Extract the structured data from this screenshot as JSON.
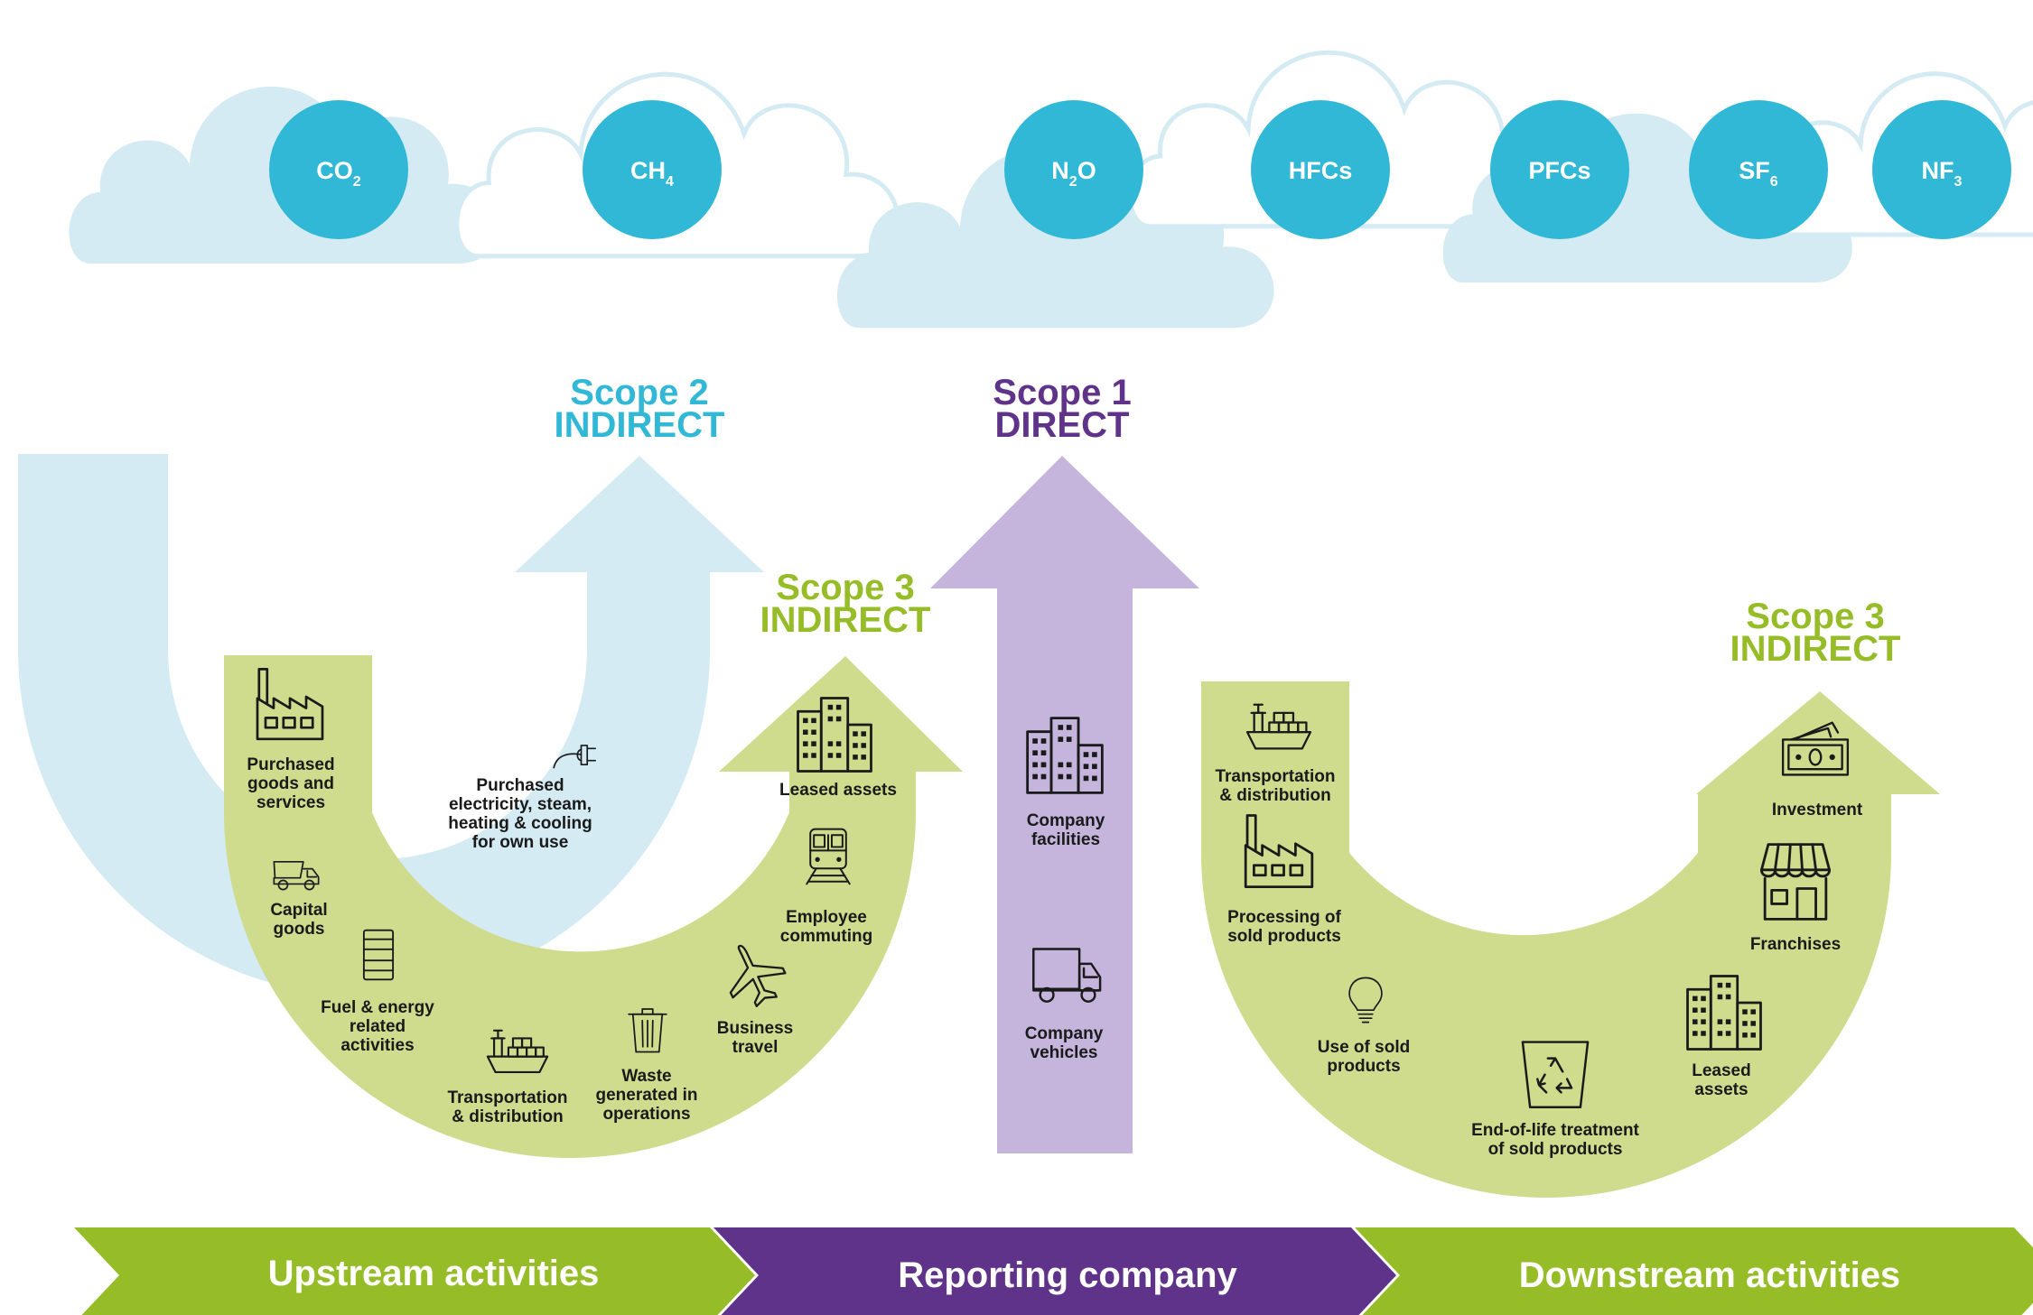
{
  "colors": {
    "cloud": "#d4ebf3",
    "gas": "#30b8d6",
    "scope1": "#5f338a",
    "scope1_arrow": "#c5b5dc",
    "scope2": "#30b8d6",
    "scope2_band": "#d4ebf3",
    "scope3": "#96bd28",
    "scope3_band": "#cfdc8e",
    "banner_up": "#96bd28",
    "banner_rep": "#5f338a",
    "banner_down": "#96bd28"
  },
  "gases": [
    {
      "main": "CO",
      "sub": "2"
    },
    {
      "main": "CH",
      "sub": "4"
    },
    {
      "main": "N",
      "sub": "2",
      "tail": "O"
    },
    {
      "main": "HFCs",
      "sub": ""
    },
    {
      "main": "PFCs",
      "sub": ""
    },
    {
      "main": "SF",
      "sub": "6"
    },
    {
      "main": "NF",
      "sub": "3"
    }
  ],
  "scopes": {
    "scope2": {
      "line1": "Scope 2",
      "line2": "INDIRECT"
    },
    "scope1": {
      "line1": "Scope 1",
      "line2": "DIRECT"
    },
    "scope3_up": {
      "line1": "Scope 3",
      "line2": "INDIRECT"
    },
    "scope3_down": {
      "line1": "Scope 3",
      "line2": "INDIRECT"
    }
  },
  "upstream": [
    {
      "id": "purchased-goods",
      "icon": "factory-icon",
      "lines": [
        "Purchased",
        "goods and",
        "services"
      ]
    },
    {
      "id": "capital-goods",
      "icon": "dump-truck-icon",
      "lines": [
        "Capital",
        "goods"
      ]
    },
    {
      "id": "fuel-energy",
      "icon": "oil-barrel-icon",
      "lines": [
        "Fuel & energy",
        "related",
        "activities"
      ]
    },
    {
      "id": "transport-up",
      "icon": "cargo-ship-icon",
      "lines": [
        "Transportation",
        "& distribution"
      ]
    },
    {
      "id": "waste",
      "icon": "trash-can-icon",
      "lines": [
        "Waste",
        "generated in",
        "operations"
      ]
    },
    {
      "id": "business-travel",
      "icon": "airplane-icon",
      "lines": [
        "Business",
        "travel"
      ]
    },
    {
      "id": "employee-commuting",
      "icon": "train-icon",
      "lines": [
        "Employee",
        "commuting"
      ]
    },
    {
      "id": "leased-up",
      "icon": "buildings-icon",
      "lines": [
        "Leased assets"
      ]
    }
  ],
  "scope2_item": {
    "id": "purchased-electricity",
    "icon": "plug-icon",
    "lines": [
      "Purchased",
      "electricity, steam,",
      "heating & cooling",
      "for own use"
    ]
  },
  "scope1_items": [
    {
      "id": "company-facilities",
      "icon": "buildings-icon",
      "lines": [
        "Company",
        "facilities"
      ]
    },
    {
      "id": "company-vehicles",
      "icon": "delivery-truck-icon",
      "lines": [
        "Company",
        "vehicles"
      ]
    }
  ],
  "downstream": [
    {
      "id": "transport-down",
      "icon": "cargo-ship-icon",
      "lines": [
        "Transportation",
        "& distribution"
      ]
    },
    {
      "id": "processing",
      "icon": "factory-icon",
      "lines": [
        "Processing of",
        "sold products"
      ]
    },
    {
      "id": "use-sold",
      "icon": "lightbulb-icon",
      "lines": [
        "Use of sold",
        "products"
      ]
    },
    {
      "id": "end-of-life",
      "icon": "recycle-bin-icon",
      "lines": [
        "End-of-life treatment",
        "of sold products"
      ]
    },
    {
      "id": "leased-down",
      "icon": "buildings-icon",
      "lines": [
        "Leased",
        "assets"
      ]
    },
    {
      "id": "franchises",
      "icon": "storefront-icon",
      "lines": [
        "Franchises"
      ]
    },
    {
      "id": "investment",
      "icon": "money-icon",
      "lines": [
        "Investment"
      ]
    }
  ],
  "banners": {
    "upstream": "Upstream activities",
    "reporting": "Reporting company",
    "downstream": "Downstream activities"
  }
}
